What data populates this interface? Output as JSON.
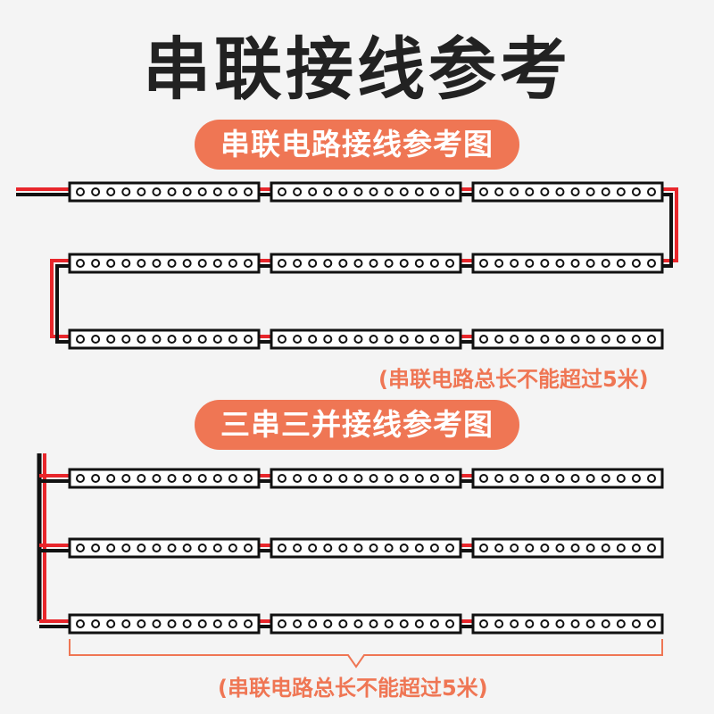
{
  "title": "串联接线参考",
  "series_section": {
    "label": "串联电路接线参考图",
    "note": "(串联电路总长不能超过5米)"
  },
  "parallel_section": {
    "label": "三串三并接线参考图",
    "note": "(串联电路总长不能超过5米)"
  },
  "colors": {
    "accent": "#ef7654",
    "wire_red": "#e8262b",
    "wire_black": "#111111",
    "strip_fill": "#ffffff",
    "text_dark": "#222222"
  },
  "diagram": {
    "series": {
      "rows": 3,
      "strips_per_row": 3,
      "leds_per_strip": 12,
      "wiring": "serpentine"
    },
    "parallel": {
      "rows": 3,
      "strips_per_row": 3,
      "leds_per_strip": 12,
      "wiring": "bus"
    }
  }
}
